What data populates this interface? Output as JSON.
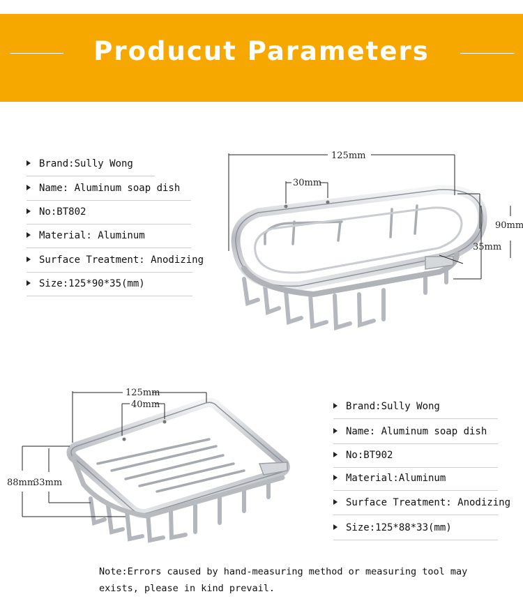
{
  "banner": {
    "title": "Producut Parameters",
    "color": "#f7a800"
  },
  "product1": {
    "specs": [
      "Brand:Sully Wong",
      "Name: Aluminum soap dish",
      "No:BT802",
      "Material: Aluminum",
      "Surface Treatment: Anodizing",
      "Size:125*90*35(mm)"
    ],
    "dims": {
      "length": "125mm",
      "slot": "30mm",
      "width": "90mm",
      "height": "35mm"
    }
  },
  "product2": {
    "specs": [
      "Brand:Sully Wong",
      "Name: Aluminum soap dish",
      "No:BT902",
      "Material:Aluminum",
      "Surface Treatment: Anodizing",
      "Size:125*88*33(mm)"
    ],
    "dims": {
      "length": "125mm",
      "slot": "40mm",
      "width": "88mm",
      "height": "33mm"
    }
  },
  "note": "Note:Errors caused by hand-measuring method or measuring tool may exists, please in kind prevail."
}
